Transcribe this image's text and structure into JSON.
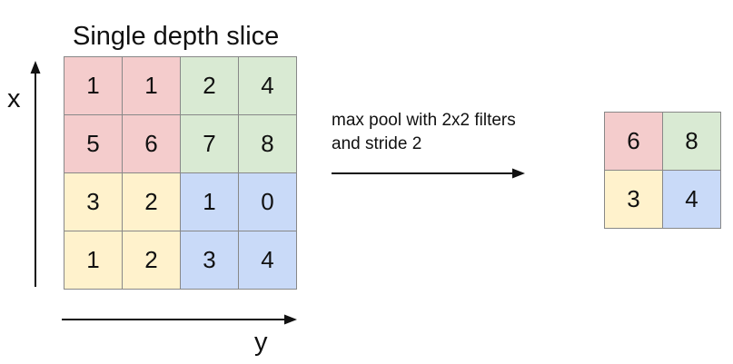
{
  "diagram": {
    "title": "Single depth slice",
    "axis_labels": {
      "vertical": "x",
      "horizontal": "y"
    },
    "operation_caption": [
      "max pool with 2x2 filters",
      "and stride 2"
    ],
    "colors": {
      "red": "#f4cccc",
      "green": "#d9ead3",
      "yellow": "#fff2cc",
      "blue": "#c9daf8"
    },
    "input_grid": {
      "rows": [
        [
          1,
          1,
          2,
          4
        ],
        [
          5,
          6,
          7,
          8
        ],
        [
          3,
          2,
          1,
          0
        ],
        [
          1,
          2,
          3,
          4
        ]
      ],
      "colors": [
        [
          "red",
          "red",
          "green",
          "green"
        ],
        [
          "red",
          "red",
          "green",
          "green"
        ],
        [
          "yellow",
          "yellow",
          "blue",
          "blue"
        ],
        [
          "yellow",
          "yellow",
          "blue",
          "blue"
        ]
      ]
    },
    "output_grid": {
      "rows": [
        [
          6,
          8
        ],
        [
          3,
          4
        ]
      ],
      "colors": [
        [
          "red",
          "green"
        ],
        [
          "yellow",
          "blue"
        ]
      ]
    }
  }
}
